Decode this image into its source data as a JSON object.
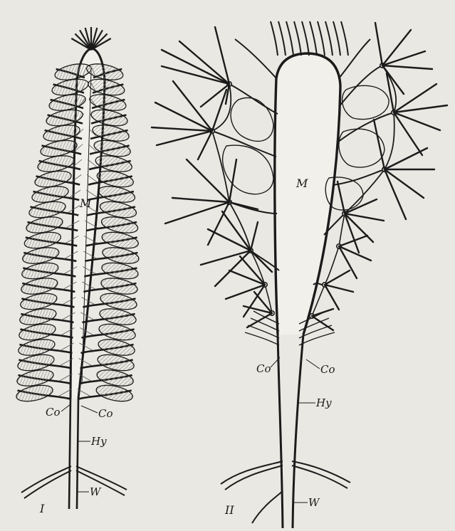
{
  "figure_I": {
    "numeral": "I",
    "labels": {
      "median": "M",
      "collar_left": "Co",
      "collar_right": "Co",
      "hypostome": "Hy",
      "wall": "W"
    }
  },
  "figure_II": {
    "numeral": "II",
    "labels": {
      "median": "M",
      "collar_left": "Co",
      "collar_right": "Co",
      "hypostome": "Hy",
      "wall": "W"
    }
  },
  "colors": {
    "background": "#e9e8e2",
    "ink": "#1b1b1b",
    "hatch": "#9a9a94"
  }
}
